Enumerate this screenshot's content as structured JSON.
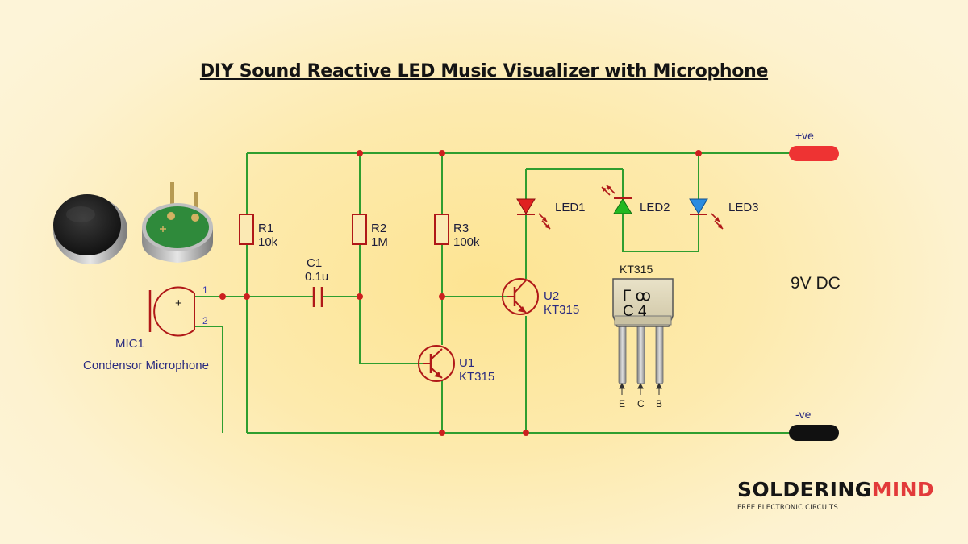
{
  "title": "DIY Sound Reactive LED Music Visualizer with Microphone",
  "components": {
    "r1": {
      "ref": "R1",
      "value": "10k"
    },
    "r2": {
      "ref": "R2",
      "value": "1M"
    },
    "r3": {
      "ref": "R3",
      "value": "100k"
    },
    "c1": {
      "ref": "C1",
      "value": "0.1u"
    },
    "u1": {
      "ref": "U1",
      "part": "KT315"
    },
    "u2": {
      "ref": "U2",
      "part": "KT315"
    },
    "led1": "LED1",
    "led2": "LED2",
    "led3": "LED3",
    "mic": {
      "ref": "MIC1",
      "desc": "Condensor Microphone",
      "pin1": "1",
      "pin2": "2",
      "plus": "+"
    }
  },
  "power": {
    "positive": "+ve",
    "negative": "-ve",
    "supply": "9V DC"
  },
  "pinout": {
    "part": "KT315",
    "marking_top": "Г ꝏ",
    "marking_bottom": "C 4",
    "pins": [
      "E",
      "C",
      "B"
    ]
  },
  "colors": {
    "wire": "#2f9e2f",
    "node": "#cc1f1f",
    "led1": "#e02020",
    "led2": "#22b822",
    "led3": "#2a8be0",
    "positive_terminal": "#ee3333",
    "negative_terminal": "#111111"
  },
  "brand": {
    "name_a": "SOLDERING",
    "name_b": "MIND",
    "tagline": "FREE ELECTRONIC CIRCUITS"
  }
}
